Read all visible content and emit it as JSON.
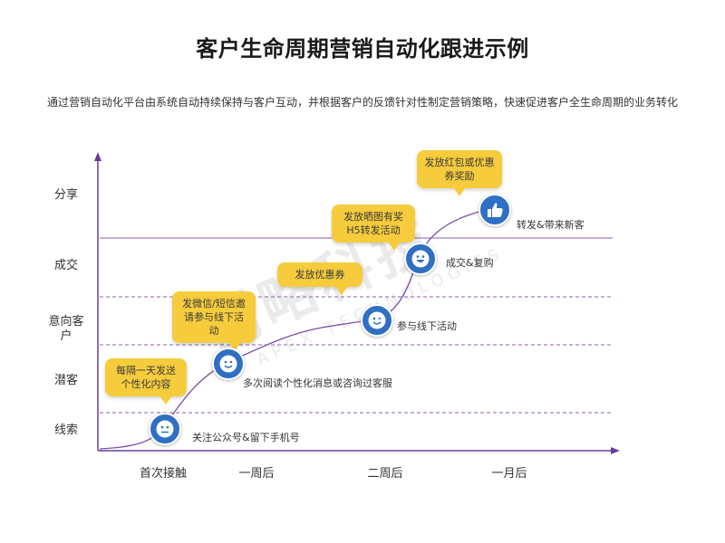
{
  "title": "客户生命周期营销自动化跟进示例",
  "subtitle": "通过营销自动化平台由系统自动持续保持与客户互动，并根据客户的反馈针对性制定营销策略，快速促进客户全生命周期的业务转化",
  "watermark": {
    "main": "创略科技",
    "sub": "APEX TECHNOLOGIES"
  },
  "y_stages": [
    "线索",
    "潜客",
    "意向客户",
    "成交",
    "分享"
  ],
  "x_stages": [
    "首次接触",
    "一周后",
    "二周后",
    "一月后"
  ],
  "nodes": [
    {
      "label": "关注公众号&留下手机号",
      "face": "neutral"
    },
    {
      "label": "多次阅读个性化消息或咨询过客服",
      "face": "smile"
    },
    {
      "label": "参与线下活动",
      "face": "wink"
    },
    {
      "label": "成交&复购",
      "face": "grin"
    },
    {
      "label": "转发&带来新客",
      "face": "thumbs-up"
    }
  ],
  "bubbles": [
    "每隔一天发送个性化内容",
    "发微信/短信邀请参与线下活动",
    "发放优惠券",
    "发放晒图有奖H5转发活动",
    "发放红包或优惠券奖励"
  ],
  "colors": {
    "axis": "#6a3d9a",
    "curve": "#7b4fa8",
    "bubble": "#f6cc3c",
    "node": "#2f6fc4"
  }
}
